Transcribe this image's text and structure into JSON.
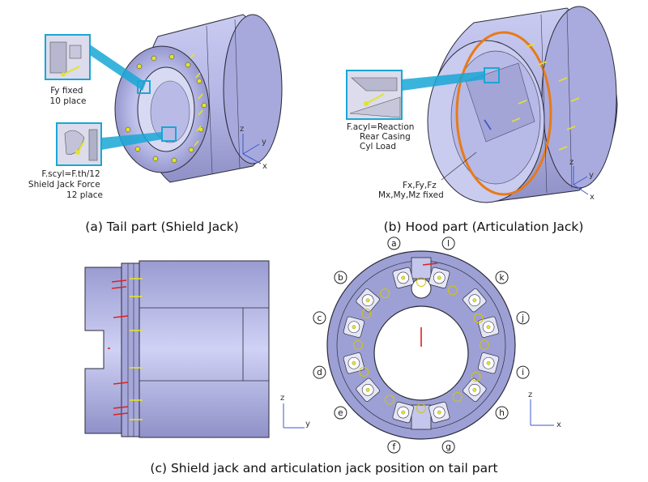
{
  "captions": {
    "a": "(a) Tail part (Shield Jack)",
    "b": "(b) Hood part (Articulation Jack)",
    "c": "(c) Shield jack and articulation jack position on tail part"
  },
  "panel_a": {
    "note_fy": [
      "Fy fixed",
      "10 place"
    ],
    "note_shield": [
      "F.scyl=F.th/12",
      "Shield Jack Force",
      "12 place"
    ],
    "axes": {
      "z": "z",
      "y": "y",
      "x": "x"
    }
  },
  "panel_b": {
    "note_reaction": [
      "F.acyl=Reaction",
      "Rear Casing",
      "Cyl Load"
    ],
    "note_fixed": [
      "Fx,Fy,Fz",
      "Mx,My,Mz  fixed"
    ],
    "axes": {
      "z": "z",
      "y": "y",
      "x": "x"
    }
  },
  "panel_c_side": {
    "axes": {
      "z": "z",
      "y": "y"
    }
  },
  "panel_c_front": {
    "labels": [
      "a",
      "b",
      "c",
      "d",
      "e",
      "f",
      "g",
      "h",
      "i",
      "j",
      "k",
      "l"
    ],
    "axes": {
      "z": "z",
      "x": "x"
    }
  },
  "colors": {
    "body": "#b4b6e6",
    "body_dark": "#8d8fc8",
    "edge": "#2b2b3a",
    "callout": "#19a7d6",
    "force_yellow": "#e3e32a",
    "force_red": "#e02020",
    "ring_orange": "#e87a16"
  }
}
